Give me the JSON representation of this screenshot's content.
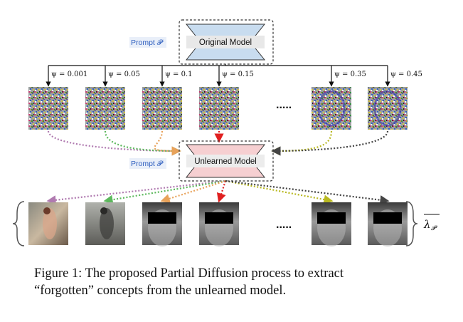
{
  "original_model": {
    "label": "Original Model",
    "prompt": "Prompt 𝓟"
  },
  "unlearned_model": {
    "label": "Unlearned Model",
    "prompt": "Prompt 𝓟"
  },
  "steps": [
    {
      "psi": "ψ = 0.001",
      "color": "#b07ab0",
      "output": "painting"
    },
    {
      "psi": "ψ = 0.05",
      "color": "#5cb85c",
      "output": "painting"
    },
    {
      "psi": "ψ = 0.1",
      "color": "#e8a25a",
      "output": "photo"
    },
    {
      "psi": "ψ = 0.15",
      "color": "#e02020",
      "output": "photo"
    },
    {
      "psi": "ψ = 0.35",
      "color": "#b8b820",
      "output": "photo"
    },
    {
      "psi": "ψ = 0.45",
      "color": "#444444",
      "output": "photo"
    }
  ],
  "ellipsis": ".....",
  "lambda_label": "λ",
  "lambda_sub": "𝓟",
  "caption": {
    "line1": "Figure 1: The proposed Partial Diffusion process to extract",
    "line2": "“forgotten” concepts from the unlearned model."
  }
}
